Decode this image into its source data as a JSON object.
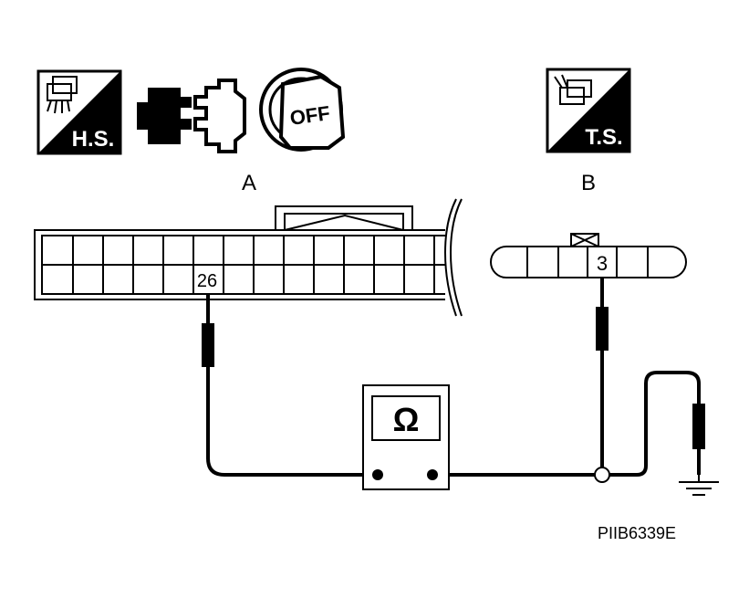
{
  "icons": {
    "harness_side": {
      "label": "H.S.",
      "name": "harness-side-icon"
    },
    "disconnect": {
      "name": "connector-disconnect-icon"
    },
    "ignition": {
      "label": "OFF",
      "name": "ignition-key-off-icon"
    },
    "terminal_side": {
      "label": "T.S.",
      "name": "terminal-side-icon"
    }
  },
  "connectors": {
    "a": {
      "label": "A",
      "pin": "26"
    },
    "b": {
      "label": "B",
      "pin": "3"
    }
  },
  "meter": {
    "symbol": "Ω",
    "name": "ohmmeter"
  },
  "figure_code": "PIIB6339E",
  "colors": {
    "ink": "#000000",
    "background": "#ffffff"
  }
}
